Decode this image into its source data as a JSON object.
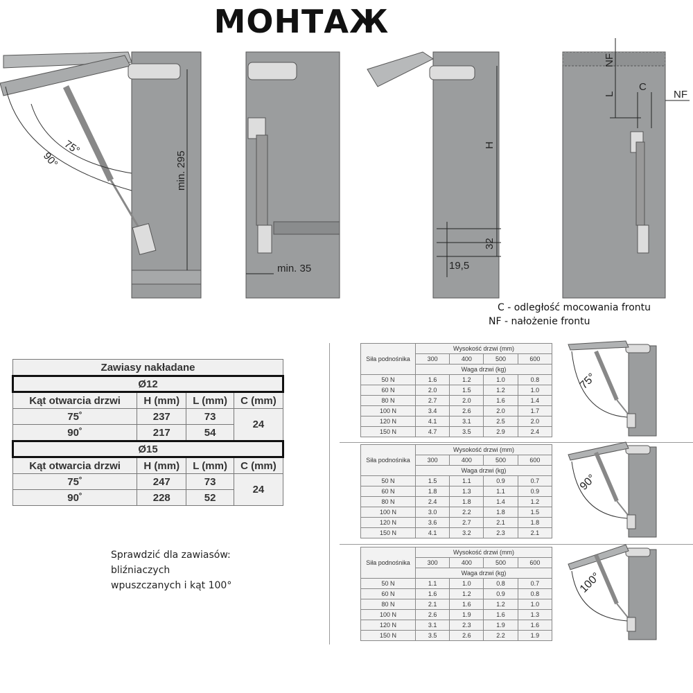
{
  "title": "МОНТАЖ",
  "diagrams": {
    "d1": {
      "angle_a": "90°",
      "angle_b": "75°",
      "min_height": "min. 295"
    },
    "d2": {
      "min_width": "min. 35"
    },
    "d3": {
      "h": "H",
      "v32": "32",
      "v19": "19,5"
    },
    "d4": {
      "nf_top": "NF",
      "l": "L",
      "c": "C",
      "nf_side": "NF"
    }
  },
  "caption": {
    "c": "C - odległość mocowania frontu",
    "nf": "NF - nałożenie frontu"
  },
  "left_table": {
    "title": "Zawiasy nakładane",
    "headers": [
      "Kąt otwarcia drzwi",
      "H (mm)",
      "L (mm)",
      "C (mm)"
    ],
    "sections": [
      {
        "name": "Ø12",
        "rows": [
          [
            "75˚",
            "237",
            "73"
          ],
          [
            "90˚",
            "217",
            "54"
          ]
        ],
        "c": "24"
      },
      {
        "name": "Ø15",
        "rows": [
          [
            "75˚",
            "247",
            "73"
          ],
          [
            "90˚",
            "228",
            "52"
          ]
        ],
        "c": "24"
      }
    ]
  },
  "note": {
    "line1": "Sprawdzić dla zawiasów:",
    "line2": "bliźniaczych",
    "line3": "wpuszczanych i kąt 100°"
  },
  "right_tables": {
    "row_header": "Siła podnośnika",
    "height_header": "Wysokość drzwi (mm)",
    "weight_header": "Waga drzwi (kg)",
    "heights": [
      "300",
      "400",
      "500",
      "600"
    ],
    "forces": [
      "50 N",
      "60 N",
      "80 N",
      "100 N",
      "120 N",
      "150 N"
    ],
    "tables": [
      {
        "angle": "75°",
        "values": [
          [
            "1.6",
            "1.2",
            "1.0",
            "0.8"
          ],
          [
            "2.0",
            "1.5",
            "1.2",
            "1.0"
          ],
          [
            "2.7",
            "2.0",
            "1.6",
            "1.4"
          ],
          [
            "3.4",
            "2.6",
            "2.0",
            "1.7"
          ],
          [
            "4.1",
            "3.1",
            "2.5",
            "2.0"
          ],
          [
            "4.7",
            "3.5",
            "2.9",
            "2.4"
          ]
        ]
      },
      {
        "angle": "90°",
        "values": [
          [
            "1.5",
            "1.1",
            "0.9",
            "0.7"
          ],
          [
            "1.8",
            "1.3",
            "1.1",
            "0.9"
          ],
          [
            "2.4",
            "1.8",
            "1.4",
            "1.2"
          ],
          [
            "3.0",
            "2.2",
            "1.8",
            "1.5"
          ],
          [
            "3.6",
            "2.7",
            "2.1",
            "1.8"
          ],
          [
            "4.1",
            "3.2",
            "2.3",
            "2.1"
          ]
        ]
      },
      {
        "angle": "100°",
        "values": [
          [
            "1.1",
            "1.0",
            "0.8",
            "0.7"
          ],
          [
            "1.6",
            "1.2",
            "0.9",
            "0.8"
          ],
          [
            "2.1",
            "1.6",
            "1.2",
            "1.0"
          ],
          [
            "2.6",
            "1.9",
            "1.6",
            "1.3"
          ],
          [
            "3.1",
            "2.3",
            "1.9",
            "1.6"
          ],
          [
            "3.5",
            "2.6",
            "2.2",
            "1.9"
          ]
        ]
      }
    ]
  }
}
